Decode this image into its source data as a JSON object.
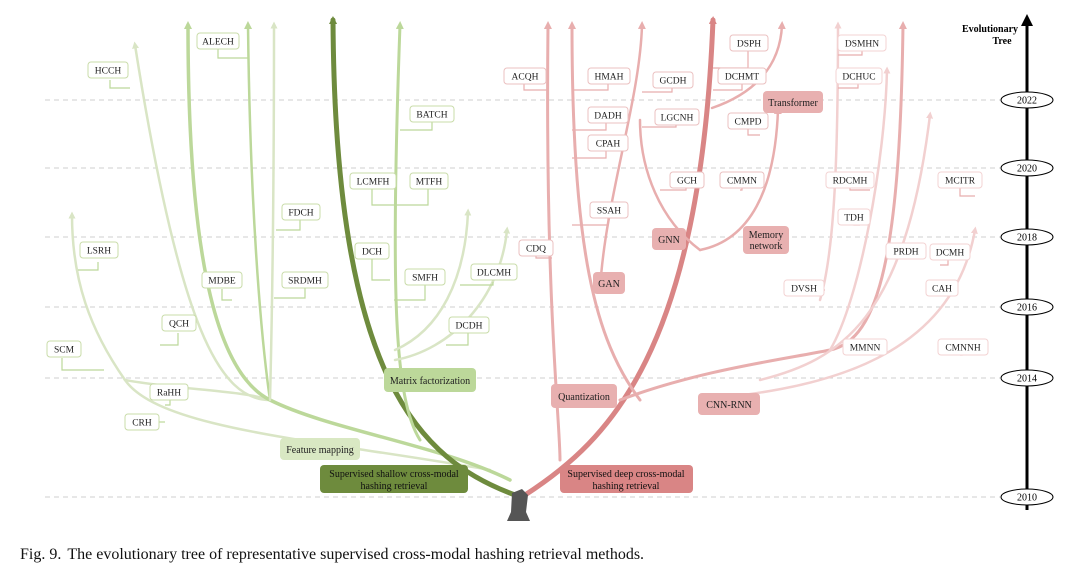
{
  "caption": {
    "label": "Fig. 9.",
    "text": "The evolutionary tree of representative supervised cross-modal hashing retrieval methods."
  },
  "timeline": {
    "title_line1": "Evolutionary",
    "title_line2": "Tree",
    "years": [
      "2022",
      "2020",
      "2018",
      "2016",
      "2014",
      "2010"
    ]
  },
  "colors": {
    "shallow_dark": "#6e8b3d",
    "shallow_light": "#bcd89a",
    "shallow_faint": "#d9e5c5",
    "deep_dark": "#d98585",
    "deep_light": "#e8aeae",
    "deep_faint": "#f2d0d0",
    "trunk": "#555555"
  },
  "root_labels": {
    "shallow": [
      "Supervised shallow cross-modal",
      "hashing retrieval"
    ],
    "deep": [
      "Supervised deep cross-modal",
      "hashing retrieval"
    ]
  },
  "categories": {
    "feature_mapping": "Feature mapping",
    "matrix_factorization": "Matrix factorization",
    "quantization": "Quantization",
    "gan": "GAN",
    "gnn": "GNN",
    "memory_network": [
      "Memory",
      "network"
    ],
    "transformer": "Transformer",
    "cnn_rnn": "CNN-RNN"
  },
  "methods": {
    "shallow": [
      "HCCH",
      "ALECH",
      "LSRH",
      "SCM",
      "QCH",
      "RaHH",
      "CRH",
      "MDBE",
      "SRDMH",
      "FDCH",
      "BATCH",
      "LCMFH",
      "MTFH",
      "DCH",
      "SMFH",
      "DLCMH",
      "DCDH"
    ],
    "deep": [
      "ACQH",
      "HMAH",
      "DADH",
      "CPAH",
      "SSAH",
      "CDQ",
      "GCDH",
      "LGCNH",
      "GCH",
      "DSPH",
      "DCHMT",
      "CMPD",
      "CMMN",
      "DSMHN",
      "DCHUC",
      "RDCMH",
      "TDH",
      "MCITR",
      "PRDH",
      "DCMH",
      "CAH",
      "DVSH",
      "MMNN",
      "CMNNH"
    ]
  }
}
